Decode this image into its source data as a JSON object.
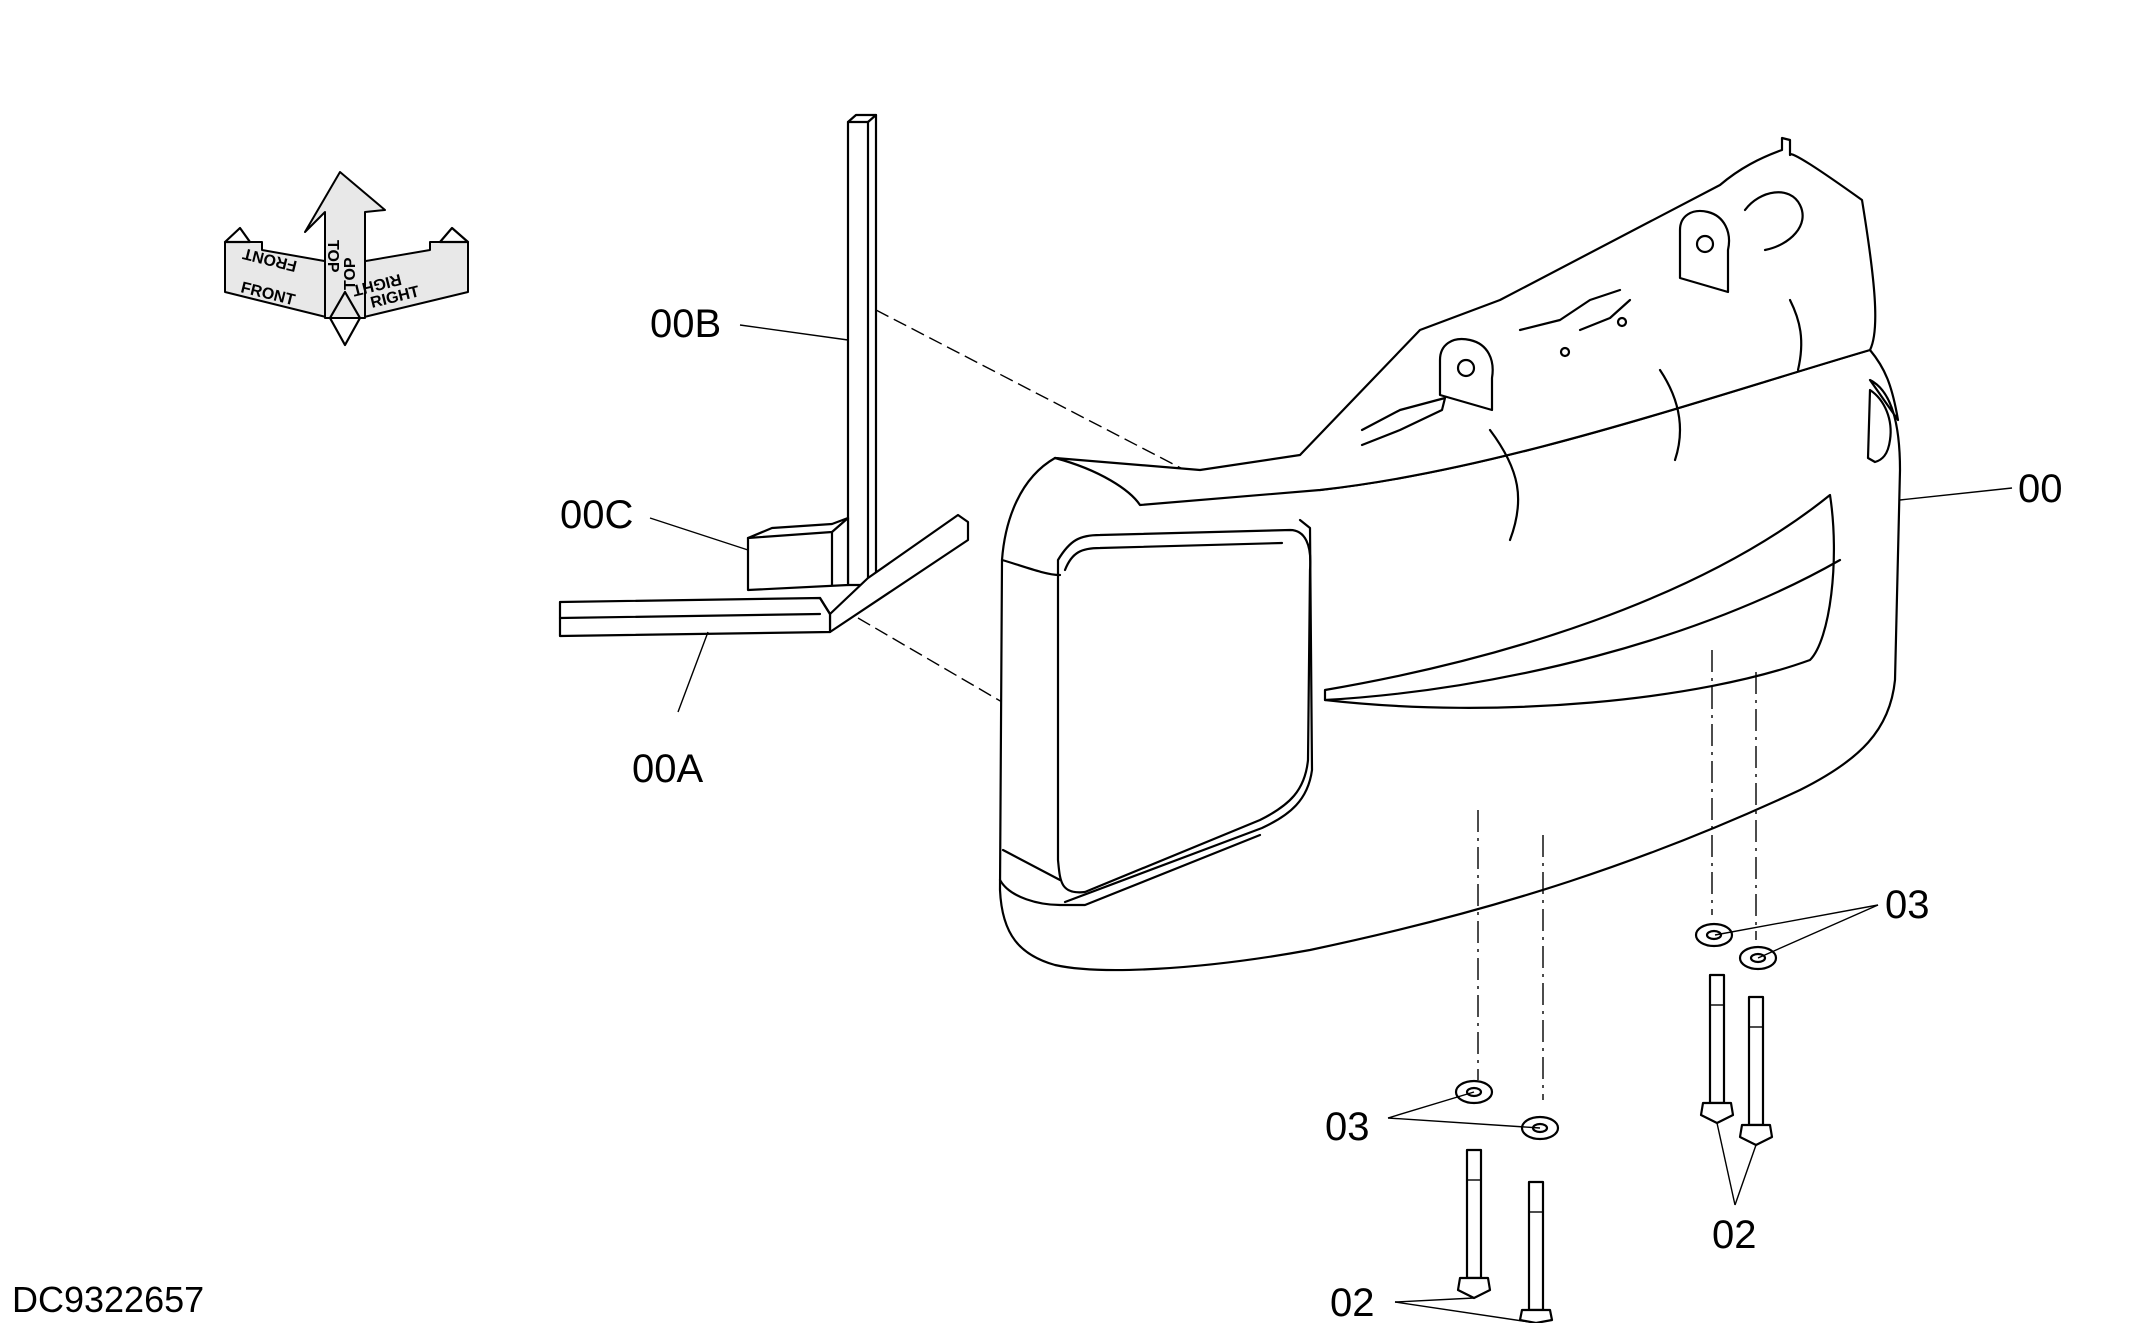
{
  "drawing_id": "DC9322657",
  "orientation": {
    "front": "FRONT",
    "top": "TOP",
    "right": "RIGHT"
  },
  "callouts": {
    "counterweight": "00",
    "stand_base": "00A",
    "stand_post": "00B",
    "stand_block": "00C",
    "washer_left": "03",
    "washer_right": "03",
    "bolt_left": "02",
    "bolt_right": "02"
  }
}
